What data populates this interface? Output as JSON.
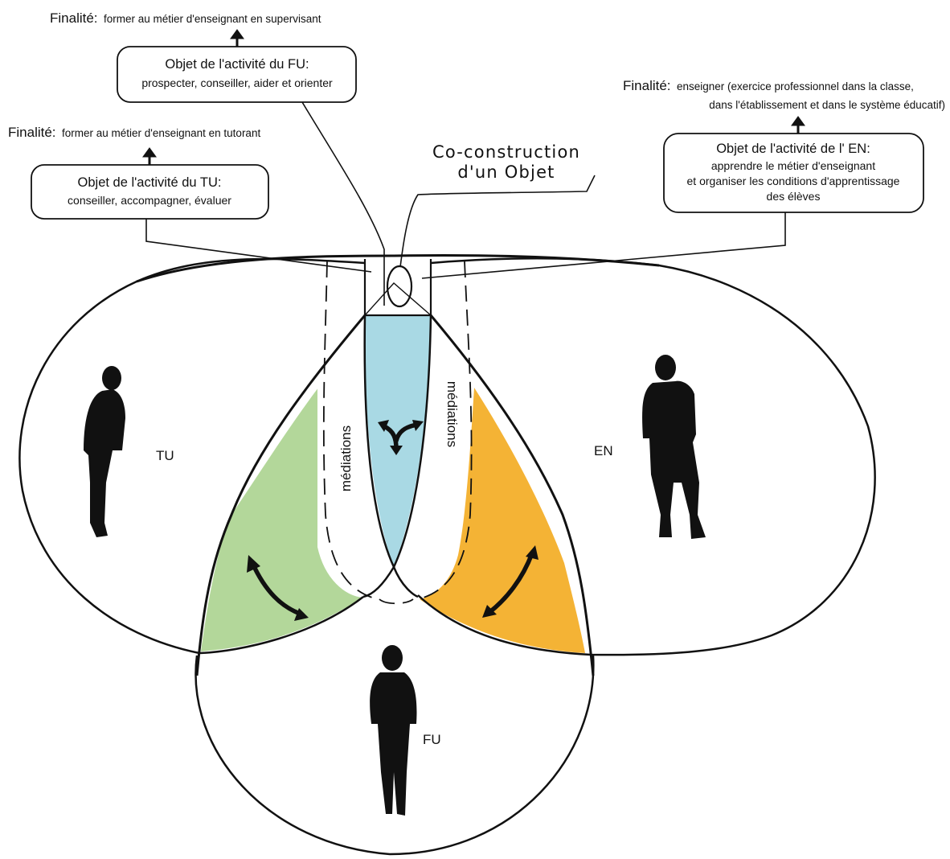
{
  "colors": {
    "blue": "#a9d9e4",
    "green": "#b3d79a",
    "orange": "#f4b335",
    "ink": "#111111"
  },
  "fu": {
    "finalite_label": "Finalité:",
    "finalite_text": "former au métier d'enseignant en supervisant",
    "box_title": "Objet de l'activité du FU:",
    "box_body": "prospecter,  conseiller, aider et orienter",
    "role": "FU"
  },
  "tu": {
    "finalite_label": "Finalité:",
    "finalite_text": "former au métier d'enseignant en tutorant",
    "box_title": "Objet de l'activité du TU:",
    "box_body": "conseiller, accompagner, évaluer",
    "role": "TU"
  },
  "en": {
    "finalite_label": "Finalité:",
    "finalite_text_1": "enseigner (exercice professionnel dans la classe,",
    "finalite_text_2": "dans l'établissement et dans le système éducatif)",
    "box_title": "Objet de l'activité de l' EN:",
    "box_body_1": "apprendre le métier d'enseignant",
    "box_body_2": "et organiser les conditions d'apprentissage",
    "box_body_3": "des élèves",
    "role": "EN"
  },
  "center": {
    "title_1": "Co-construction",
    "title_2": "d'un Objet"
  },
  "mediations": {
    "left": "médiations",
    "right": "médiations"
  },
  "icons": {
    "arrows": "double-headed-curved-arrow-icon",
    "person": "person-silhouette-icon"
  }
}
